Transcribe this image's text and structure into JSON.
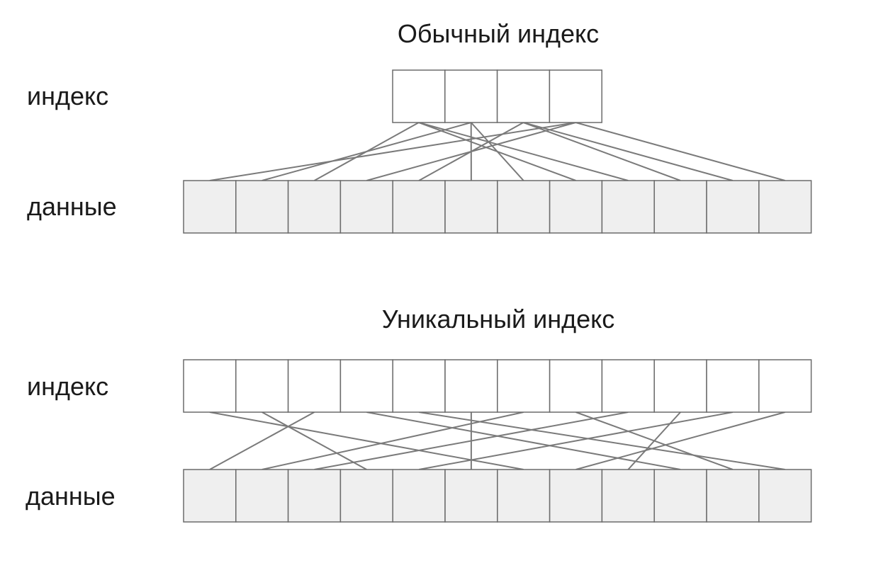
{
  "diagrams": [
    {
      "id": "regular",
      "title": "Обычный индекс",
      "index_label": "индекс",
      "data_label": "данные",
      "index_cells": 4,
      "data_cells": 12,
      "links": [
        [
          0,
          2
        ],
        [
          0,
          7
        ],
        [
          0,
          8
        ],
        [
          1,
          1
        ],
        [
          1,
          5
        ],
        [
          1,
          6
        ],
        [
          2,
          4
        ],
        [
          2,
          9
        ],
        [
          2,
          10
        ],
        [
          3,
          3
        ],
        [
          3,
          0
        ],
        [
          3,
          11
        ]
      ]
    },
    {
      "id": "unique",
      "title": "Уникальный индекс",
      "index_label": "индекс",
      "data_label": "данные",
      "index_cells": 12,
      "data_cells": 12,
      "links": [
        [
          0,
          6
        ],
        [
          1,
          3
        ],
        [
          2,
          0
        ],
        [
          3,
          9
        ],
        [
          4,
          11
        ],
        [
          5,
          5
        ],
        [
          6,
          1
        ],
        [
          7,
          10
        ],
        [
          8,
          2
        ],
        [
          9,
          8
        ],
        [
          10,
          4
        ],
        [
          11,
          7
        ]
      ]
    }
  ],
  "colors": {
    "index_fill": "#ffffff",
    "data_fill": "#efefef",
    "border": "#6b6b6b",
    "link": "#7a7a7a",
    "text": "#1a1a1a"
  }
}
